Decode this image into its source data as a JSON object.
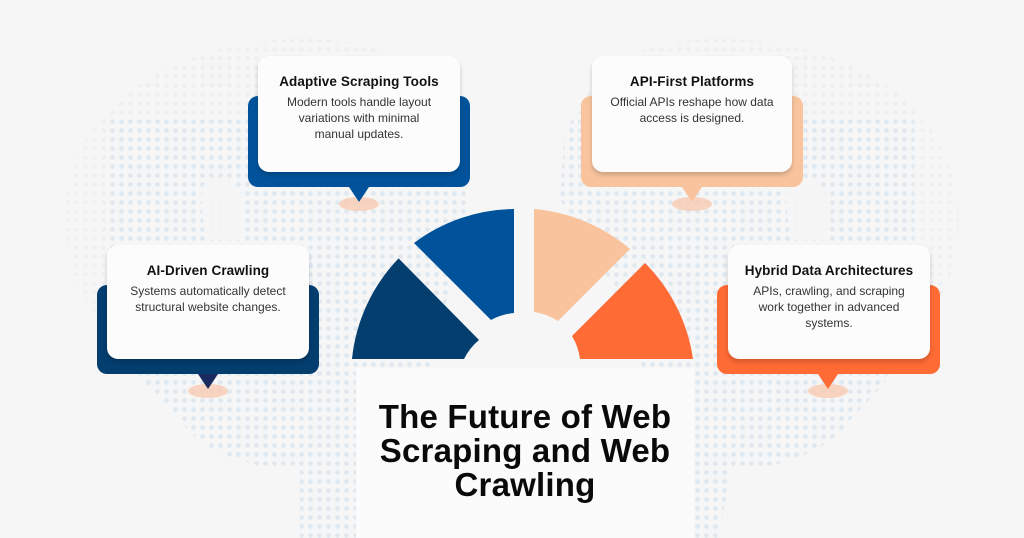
{
  "title": {
    "lines": [
      "The Future of Web",
      "Scraping and Web",
      "Crawling"
    ]
  },
  "colors": {
    "background": "#f6f6f6",
    "dot_pattern": "#dde6f0",
    "navy": "#033e6f",
    "blue": "#00539b",
    "peach": "#f9c49d",
    "orange": "#ff6b35",
    "pin": "#f7cdb6",
    "card": "#fcfcfc"
  },
  "fan": {
    "segments": [
      {
        "name": "ai-driven-crawling",
        "color": "#033e6f"
      },
      {
        "name": "adaptive-scraping-tools",
        "color": "#00539b"
      },
      {
        "name": "api-first-platforms",
        "color": "#f9c49d"
      },
      {
        "name": "hybrid-data-architectures",
        "color": "#ff6b35"
      }
    ]
  },
  "callouts": [
    {
      "id": "adaptive",
      "title": "Adaptive Scraping Tools",
      "desc_lines": [
        "Modern tools handle layout",
        "variations with minimal",
        "manual updates."
      ],
      "color": "#00539b"
    },
    {
      "id": "api",
      "title": "API-First Platforms",
      "desc_lines": [
        "Official APIs reshape how data",
        "access is designed."
      ],
      "color": "#f9c49d"
    },
    {
      "id": "ai",
      "title": "AI-Driven Crawling",
      "desc_lines": [
        "Systems automatically detect",
        "structural website changes."
      ],
      "color": "#033e6f"
    },
    {
      "id": "hybrid",
      "title": "Hybrid Data Architectures",
      "desc_lines": [
        "APIs, crawling, and scraping",
        "work together in advanced",
        "systems."
      ],
      "color": "#ff6b35"
    }
  ]
}
